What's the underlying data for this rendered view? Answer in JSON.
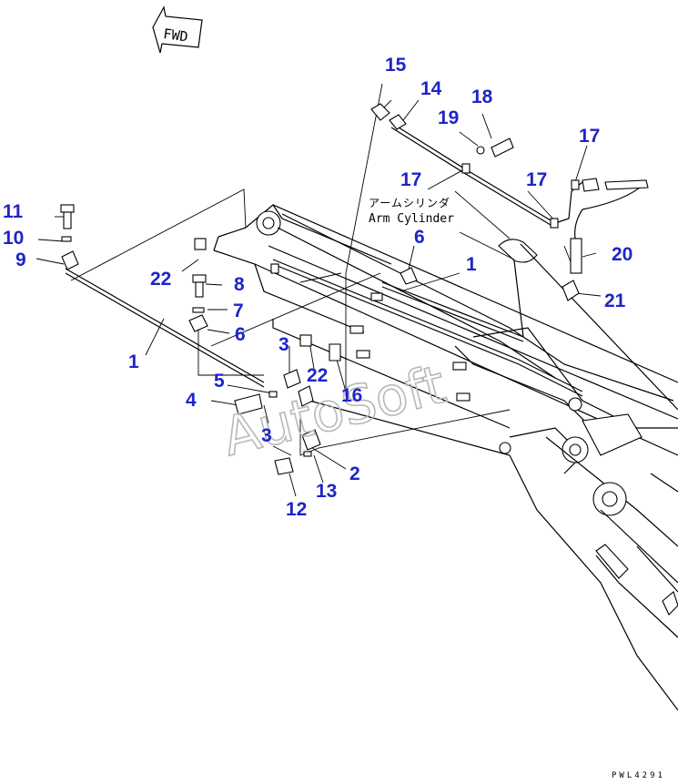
{
  "fwd_label": "FWD",
  "arm_cylinder_jp": "アームシリンダ",
  "arm_cylinder_en": "Arm Cylinder",
  "watermark": "AutoSoft",
  "drawing_code": "PWL4291",
  "callout_color": "#1f24c8",
  "callouts": [
    {
      "id": "c15",
      "text": "15"
    },
    {
      "id": "c14",
      "text": "14"
    },
    {
      "id": "c18",
      "text": "18"
    },
    {
      "id": "c19",
      "text": "19"
    },
    {
      "id": "c17a",
      "text": "17"
    },
    {
      "id": "c17b",
      "text": "17"
    },
    {
      "id": "c17c",
      "text": "17"
    },
    {
      "id": "c11",
      "text": "11"
    },
    {
      "id": "c10",
      "text": "10"
    },
    {
      "id": "c9",
      "text": "9"
    },
    {
      "id": "c6a",
      "text": "6"
    },
    {
      "id": "c1a",
      "text": "1"
    },
    {
      "id": "c20",
      "text": "20"
    },
    {
      "id": "c22a",
      "text": "22"
    },
    {
      "id": "c8",
      "text": "8"
    },
    {
      "id": "c21",
      "text": "21"
    },
    {
      "id": "c7",
      "text": "7"
    },
    {
      "id": "c6b",
      "text": "6"
    },
    {
      "id": "c1b",
      "text": "1"
    },
    {
      "id": "c3a",
      "text": "3"
    },
    {
      "id": "c22b",
      "text": "22"
    },
    {
      "id": "c5",
      "text": "5"
    },
    {
      "id": "c16",
      "text": "16"
    },
    {
      "id": "c4",
      "text": "4"
    },
    {
      "id": "c3b",
      "text": "3"
    },
    {
      "id": "c2",
      "text": "2"
    },
    {
      "id": "c13",
      "text": "13"
    },
    {
      "id": "c12",
      "text": "12"
    }
  ]
}
